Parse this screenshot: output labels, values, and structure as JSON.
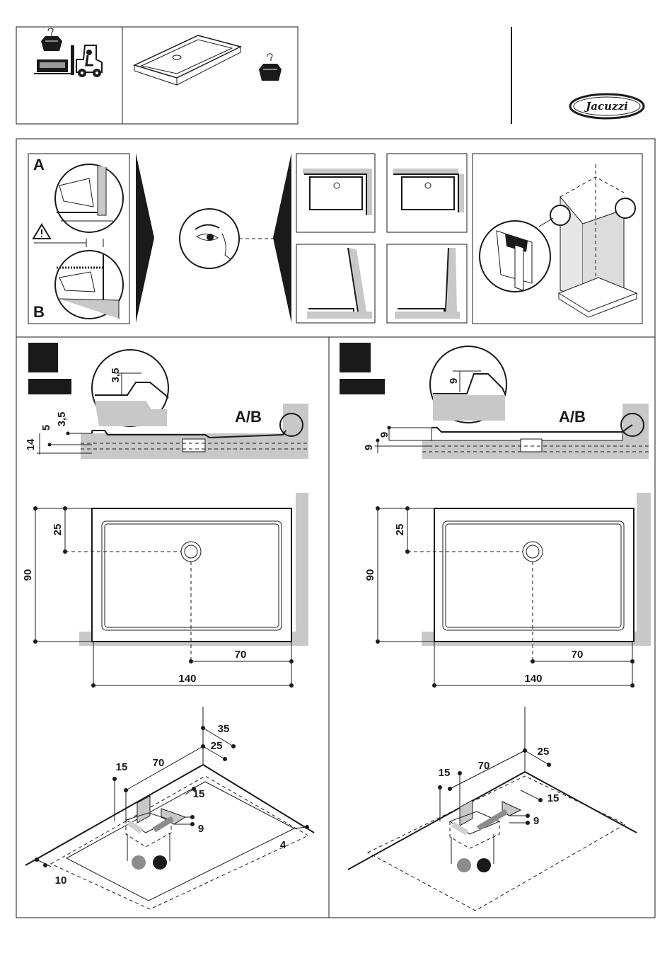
{
  "brand": {
    "logo_text": "Jacuzzi"
  },
  "sections": {
    "wall_detail": {
      "label_a": "A",
      "label_b": "B",
      "ab_label": "A/B"
    },
    "left": {
      "profile": {
        "d1": "3,5",
        "d2": "5",
        "d3": "3,5",
        "d4": "14"
      },
      "plan": {
        "height": "90",
        "drain_offset": "25",
        "half_width": "70",
        "width": "140"
      },
      "iso": {
        "d35": "35",
        "d25": "25",
        "d70": "70",
        "d15a": "15",
        "d15b": "15",
        "d9": "9",
        "d4": "4",
        "d10": "10"
      }
    },
    "right": {
      "profile": {
        "d1": "9",
        "d2": "9",
        "d3": "9"
      },
      "plan": {
        "height": "90",
        "drain_offset": "25",
        "half_width": "70",
        "width": "140"
      },
      "iso": {
        "d25": "25",
        "d70": "70",
        "d15a": "15",
        "d15b": "15",
        "d9": "9"
      }
    }
  },
  "colors": {
    "wall_gray": "#c8c8c8",
    "dot_gray": "#8c8c8c",
    "dot_black": "#1a1a1a",
    "frame": "#1a1a1a"
  },
  "icons": [
    "weight-hook-icon",
    "forklift-icon",
    "shower-tray-icon",
    "warning-triangle-icon",
    "eye-icon",
    "gray-dot-icon",
    "black-dot-icon"
  ]
}
